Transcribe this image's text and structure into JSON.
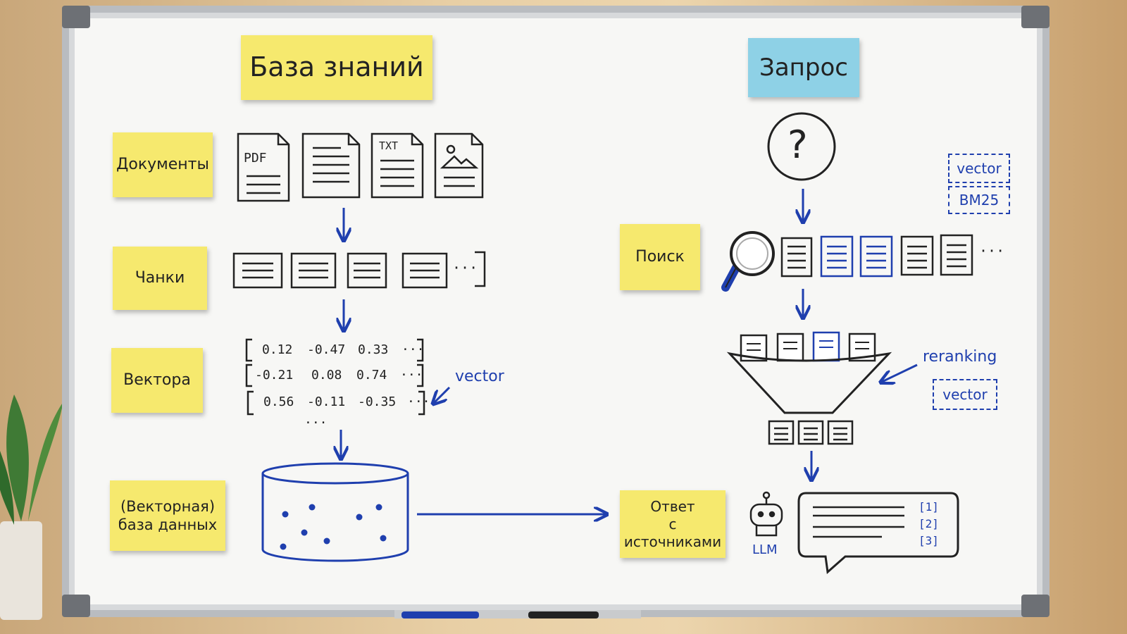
{
  "notes": {
    "kb_title": "База знаний",
    "query_title": "Запрос",
    "documents": "Документы",
    "chunks": "Чанки",
    "vectors": "Вектора",
    "vector_db_line1": "(Векторная)",
    "vector_db_line2": "база данных",
    "search": "Поиск",
    "answer_line1": "Ответ",
    "answer_line2": "с источниками"
  },
  "doc_icons": {
    "pdf": "PDF",
    "txt": "TXT"
  },
  "vectors": {
    "rows": [
      [
        "0.12",
        "-0.47",
        "0.33",
        "···"
      ],
      [
        "-0.21",
        "0.08",
        "0.74",
        "···"
      ],
      [
        "0.56",
        "-0.11",
        "-0.35",
        "···"
      ]
    ],
    "more": "···",
    "annotation": "vector"
  },
  "chunks_more": "···",
  "search_modes": [
    "vector",
    "BM25"
  ],
  "results_more": "···",
  "reranking": {
    "label": "reranking",
    "mode": "vector"
  },
  "llm": {
    "label": "LLM",
    "citations": [
      "[1]",
      "[2]",
      "[3]"
    ]
  },
  "question_mark": "?",
  "colors": {
    "ink": "#222222",
    "marker_blue": "#1f3fae",
    "sticky_yellow": "#f6e96e",
    "sticky_blue": "#8ed1e6"
  }
}
